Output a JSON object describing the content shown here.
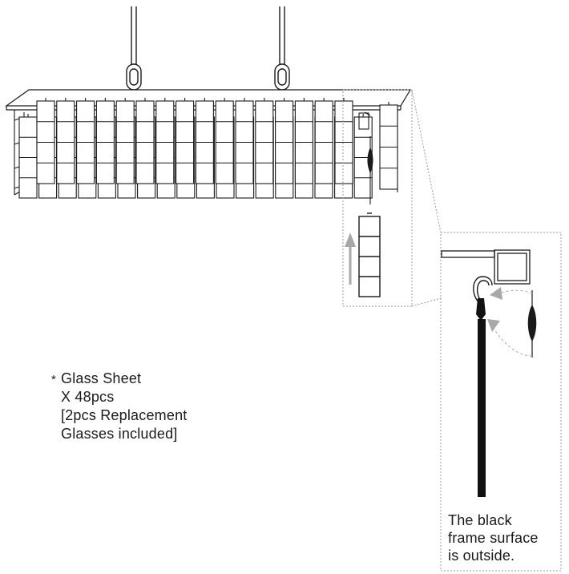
{
  "note": {
    "marker": "*",
    "lines": [
      "Glass Sheet",
      "X 48pcs",
      "[2pcs Replacement",
      "Glasses included]"
    ]
  },
  "caption": {
    "lines": [
      "The black",
      "frame surface",
      "is outside."
    ]
  },
  "colors": {
    "line": "#1a1a1a",
    "glass_frame": "#2a2a2a",
    "dashed_callout": "#9a9a9a",
    "arrow": "#a8a8a8",
    "black_rod": "#111111"
  },
  "icons": {
    "up_arrow": "up-arrow-icon",
    "insert_arrow": "curved-arrow-icon"
  }
}
